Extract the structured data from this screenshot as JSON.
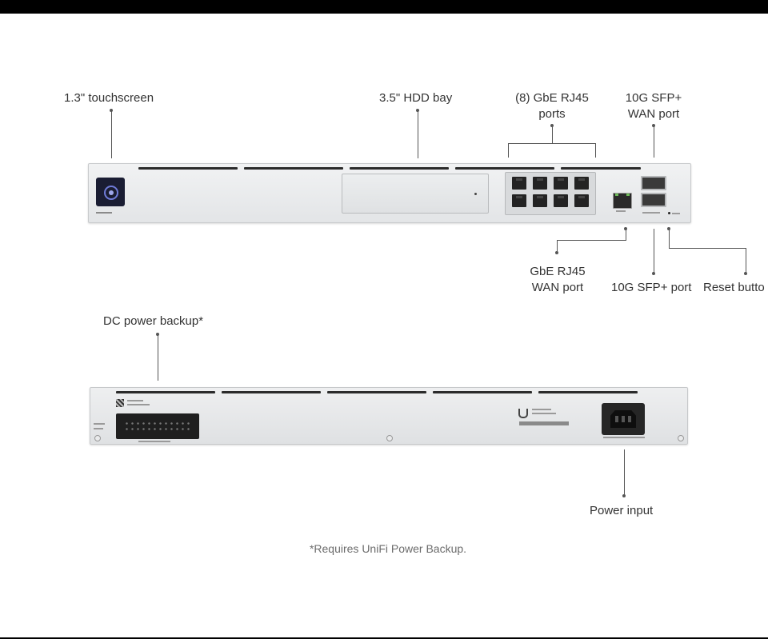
{
  "labels": {
    "touchscreen": "1.3\" touchscreen",
    "hdd_bay": "3.5\" HDD bay",
    "gbe_ports_line1": "(8) GbE RJ45",
    "gbe_ports_line2": "ports",
    "sfp_wan_line1": "10G SFP+",
    "sfp_wan_line2": "WAN port",
    "gbe_wan_line1": "GbE RJ45",
    "gbe_wan_line2": "WAN port",
    "sfp_port": "10G SFP+ port",
    "reset_button": "Reset butto",
    "dc_power": "DC power backup*",
    "power_input": "Power input"
  },
  "footnote": "*Requires UniFi Power Backup.",
  "colors": {
    "chassis": "#e6e8ea",
    "screen": "#1a1d33",
    "screen_accent": "#6f7bd8",
    "port": "#232323",
    "frame_bars": "#000000"
  },
  "icons": {
    "ubiquiti_logo": "u-logo-icon",
    "power_socket": "iec-c14-inlet-icon"
  }
}
